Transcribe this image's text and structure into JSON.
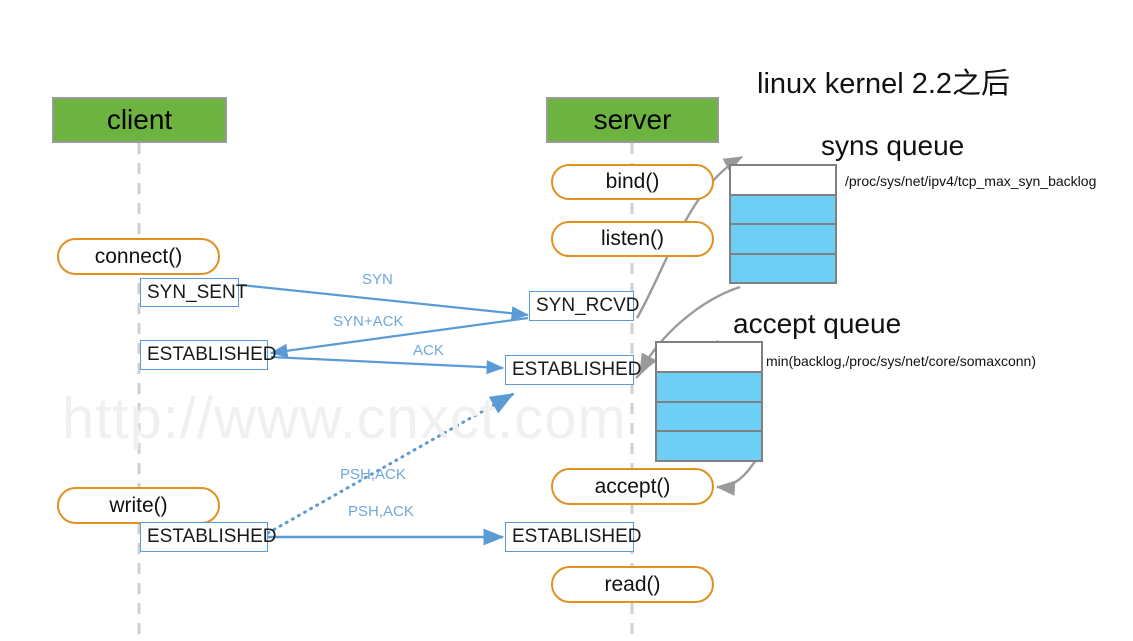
{
  "diagram": {
    "title_note": "linux  kernel 2.2之后",
    "watermark": "http://www.cnxct.com",
    "colors": {
      "header_green": "#6cb33f",
      "pill_orange": "#e29020",
      "state_blue": "#5b9bd5",
      "queue_blue": "#6dcff6",
      "queue_gray": "#808080",
      "message_label": "#6fa8dc",
      "watermark": "#f0f0f0"
    }
  },
  "participants": {
    "client": {
      "label": "client"
    },
    "server": {
      "label": "server"
    }
  },
  "client_calls": [
    {
      "label": "connect()"
    },
    {
      "label": "write()"
    }
  ],
  "server_calls": [
    {
      "label": "bind()"
    },
    {
      "label": "listen()"
    },
    {
      "label": "accept()"
    },
    {
      "label": "read()"
    }
  ],
  "client_states": [
    {
      "label": "SYN_SENT"
    },
    {
      "label": "ESTABLISHED"
    },
    {
      "label": "ESTABLISHED"
    }
  ],
  "server_states": [
    {
      "label": "SYN_RCVD"
    },
    {
      "label": "ESTABLISHED"
    },
    {
      "label": "ESTABLISHED"
    }
  ],
  "messages": [
    {
      "label": "SYN"
    },
    {
      "label": "SYN+ACK"
    },
    {
      "label": "ACK"
    },
    {
      "label": "PSH,ACK"
    },
    {
      "label": "PSH,ACK"
    }
  ],
  "queues": [
    {
      "title": "syns queue",
      "note": "/proc/sys/net/ipv4/tcp_max_syn_backlog",
      "cells": [
        "empty",
        "filled",
        "filled",
        "filled"
      ]
    },
    {
      "title": "accept queue",
      "note": "min(backlog,/proc/sys/net/core/somaxconn)",
      "cells": [
        "empty",
        "filled",
        "filled",
        "filled"
      ]
    }
  ]
}
